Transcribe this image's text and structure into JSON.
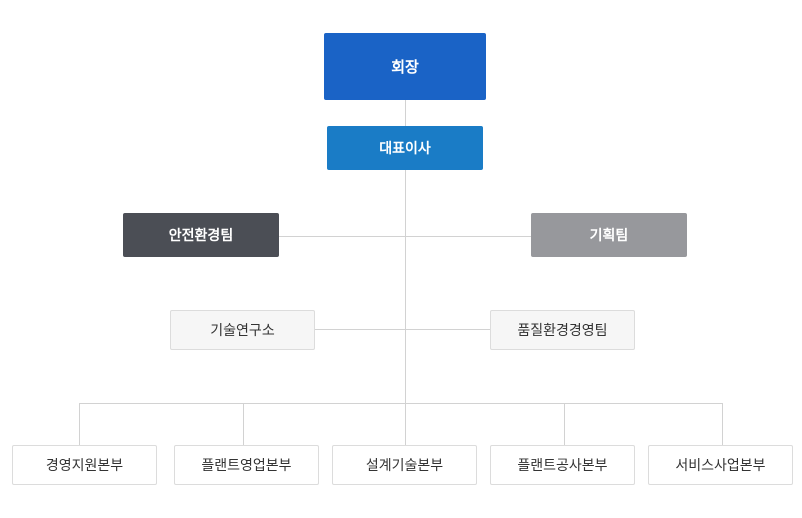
{
  "org": {
    "chairman": "회장",
    "ceo": "대표이사",
    "staff_left": "안전환경팀",
    "staff_right": "기획팀",
    "mid_left": "기술연구소",
    "mid_right": "품질환경경영팀",
    "divisions": [
      "경영지원본부",
      "플랜트영업본부",
      "설계기술본부",
      "플랜트공사본부",
      "서비스사업본부"
    ]
  },
  "colors": {
    "chairman_bg": "#1a63c6",
    "ceo_bg": "#1a7cc6",
    "staff_left_bg": "#4b4e55",
    "staff_right_bg": "#97989c",
    "connector": "#d2d2d2"
  }
}
